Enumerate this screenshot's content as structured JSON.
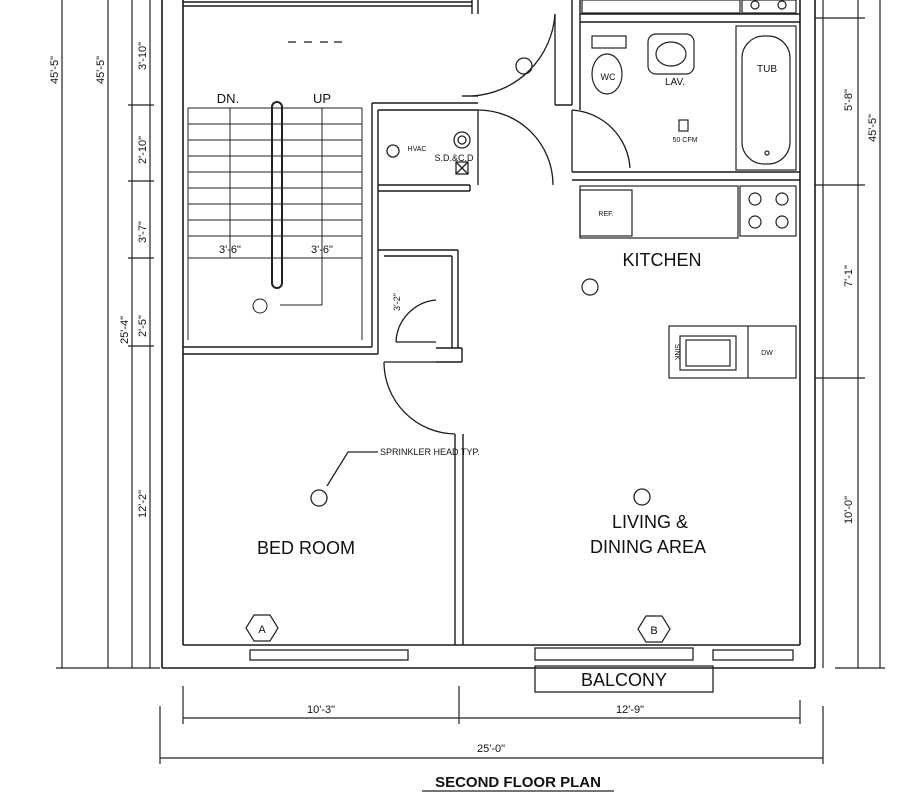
{
  "title": "SECOND FLOOR PLAN",
  "rooms": {
    "kitchen": "KITCHEN",
    "bedroom": "BED ROOM",
    "living_line1": "LIVING &",
    "living_line2": "DINING  AREA",
    "balcony": "BALCONY"
  },
  "stairs": {
    "down": "DN.",
    "up": "UP",
    "width_left": "3'-6\"",
    "width_right": "3'-6\""
  },
  "fixtures": {
    "wc": "WC",
    "lav": "LAV.",
    "tub": "TUB",
    "fan": "50 CFM",
    "hvac": "HVAC",
    "smoke": "S.D.&C.D",
    "ref": "REF.",
    "sink": "SINK",
    "dw": "DW"
  },
  "annotations": {
    "sprinkler": "SPRINKLER HEAD TYP.",
    "closet_dim": "3'-2\"",
    "marker_a": "A",
    "marker_b": "B"
  },
  "dimensions": {
    "bottom_left": "10'-3\"",
    "bottom_right": "12'-9\"",
    "bottom_total": "25'-0\"",
    "left_overall_1": "45'-5\"",
    "left_overall_2": "45'-5\"",
    "left_stair_total": "25'-4\"",
    "left_seg1": "3'-10\"",
    "left_seg2": "2'-10\"",
    "left_seg3": "3'-7\"",
    "left_seg4": "2'-5\"",
    "left_seg5": "12'-2\"",
    "right_seg1": "5'-8\"",
    "right_seg2": "7'-1\"",
    "right_seg3": "10'-0\"",
    "right_overall": "45'-5\""
  }
}
